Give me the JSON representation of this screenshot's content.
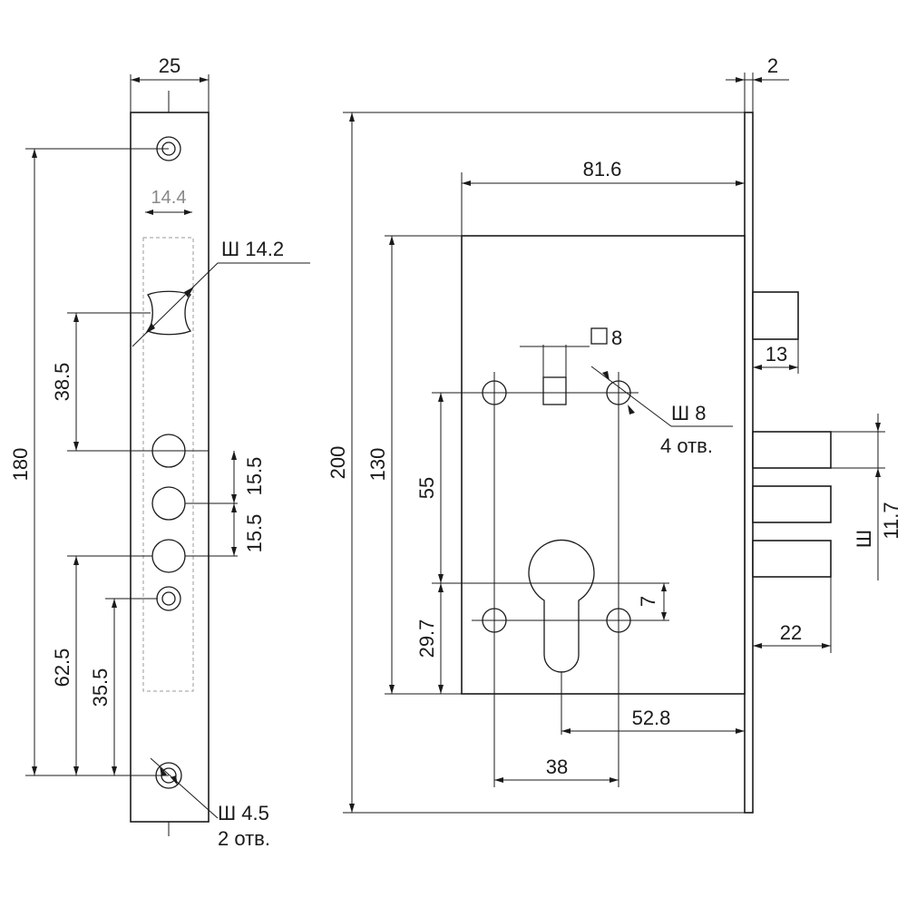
{
  "faceplate": {
    "width": "25",
    "bore": "14.4",
    "cutout": "Ш 14.2",
    "length_total": "180",
    "d_38_5": "38.5",
    "d_15_5_a": "15.5",
    "d_15_5_b": "15.5",
    "d_62_5": "62.5",
    "d_35_5": "35.5",
    "screw_hole_dia": "Ш 4.5",
    "screw_hole_count": "2 отв."
  },
  "lock": {
    "plate_thickness": "2",
    "height_total": "200",
    "body_width": "81.6",
    "body_height": "130",
    "spindle": "8",
    "hole_dia": "Ш 8",
    "hole_count": "4 отв.",
    "latch_projection": "13",
    "d_55": "55",
    "d_29_7": "29.7",
    "d_7": "7",
    "bolt_dia_symbol": "Ш",
    "bolt_dia_value": "11.7",
    "bolt_throw": "22",
    "cylinder_backset": "52.8",
    "hole_spacing": "38"
  }
}
